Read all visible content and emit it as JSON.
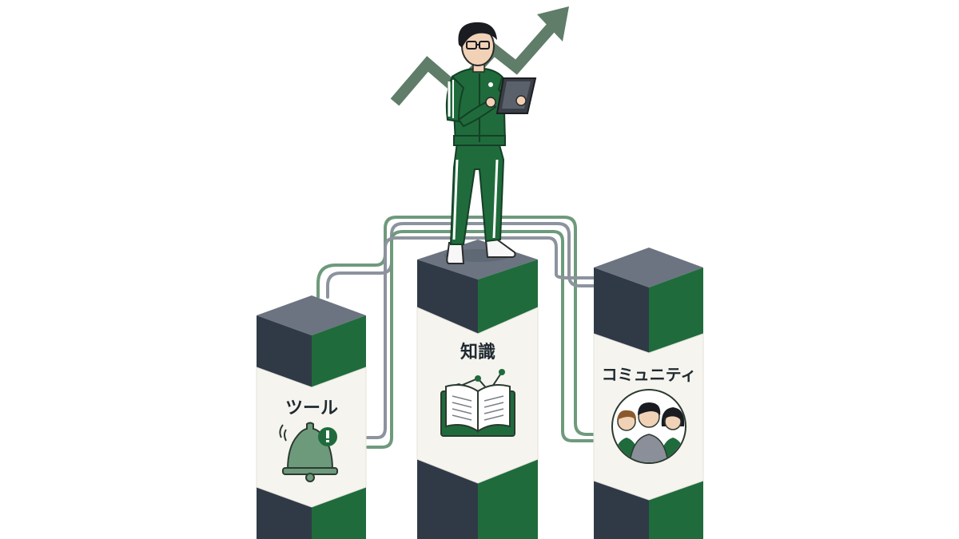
{
  "pillars": {
    "tools": {
      "label": "ツール",
      "icon": "bell-alert-icon"
    },
    "knowledge": {
      "label": "知識",
      "icon": "open-book-chart-icon"
    },
    "community": {
      "label": "コミュニティ",
      "icon": "people-group-icon"
    }
  },
  "figure": {
    "icon": "person-with-tablet-icon"
  },
  "trend": {
    "icon": "upward-trend-arrow-icon"
  },
  "colors": {
    "green": "#1f6b3c",
    "dark_slate": "#303a47",
    "top_gray": "#6b7480",
    "line_green": "#6e9a7c",
    "line_gray": "#8d939e",
    "label_bg": "#f5f4ee"
  }
}
